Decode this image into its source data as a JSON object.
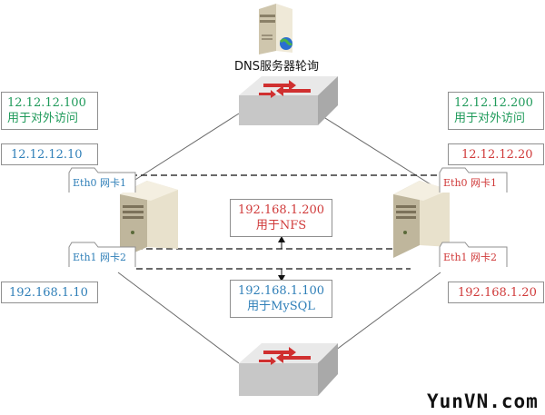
{
  "dns": {
    "caption": "DNS服务器轮询"
  },
  "public_left": {
    "ip": "12.12.12.100",
    "note": "用于对外访问"
  },
  "public_right": {
    "ip": "12.12.12.200",
    "note": "用于对外访问"
  },
  "server_left": {
    "eth0_ip": "12.12.12.10",
    "eth0_label": "Eth0 网卡1",
    "eth1_label": "Eth1 网卡2",
    "eth1_ip": "192.168.1.10"
  },
  "server_right": {
    "eth0_ip": "12.12.12.20",
    "eth0_label": "Eth0 网卡1",
    "eth1_label": "Eth1 网卡2",
    "eth1_ip": "192.168.1.20"
  },
  "vip_nfs": {
    "ip": "192.168.1.200",
    "note": "用于NFS"
  },
  "vip_mysql": {
    "ip": "192.168.1.100",
    "note": "用于MySQL"
  },
  "watermark": "YunVN.com",
  "colors": {
    "green": "#1f9a5a",
    "blue": "#2f7fb8",
    "red": "#d03a3a",
    "switch_arrow": "#d03030"
  }
}
